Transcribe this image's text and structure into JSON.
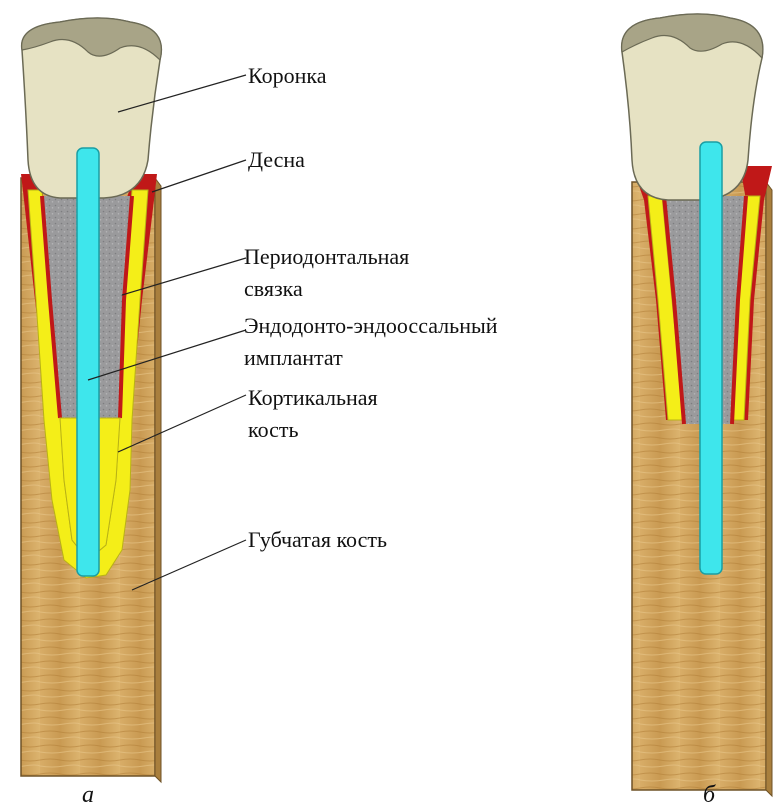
{
  "labels": {
    "crown": "Коронка",
    "gum": "Десна",
    "ligament_l1": "Периодонтальная",
    "ligament_l2": "связка",
    "implant_l1": "Эндодонто-эндооссальный",
    "implant_l2": "имплантат",
    "cortical_l1": "Кортикальная",
    "cortical_l2": "кость",
    "spongy": "Губчатая кость"
  },
  "panels": {
    "a": "а",
    "b": "б"
  },
  "colors": {
    "crown": "#e6e2c3",
    "crown_top": "#a8a487",
    "gum": "#c01818",
    "cortical": "#f4ee18",
    "ligament_gray": "#9a9a9c",
    "implant": "#3ee6ec",
    "wood": "#cfa25c",
    "wood_dark": "#a7782f"
  }
}
